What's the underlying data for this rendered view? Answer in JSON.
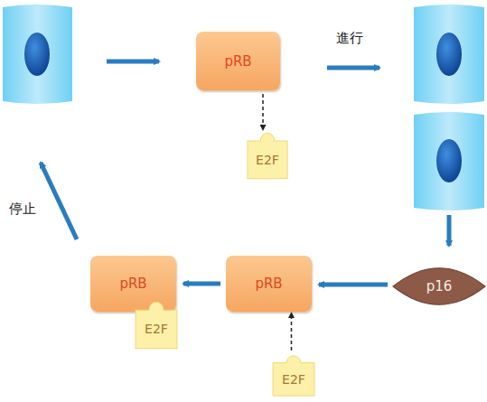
{
  "diagram": {
    "nodes": [
      {
        "text": [
          "pRB"
        ]
      },
      {
        "text": [
          "E2F"
        ]
      },
      {
        "text": [
          "p16"
        ]
      },
      {
        "text": [
          "pRB"
        ]
      },
      {
        "text": [
          "E2F"
        ]
      },
      {
        "text": [
          "pRB"
        ]
      },
      {
        "text": [
          "E2F"
        ]
      }
    ],
    "edges": [
      {
        "from": 0,
        "to": 1,
        "arrow": "to"
      },
      {
        "from": 2,
        "to": 3,
        "arrow": "to"
      },
      {
        "from": 4,
        "to": 3,
        "arrow": "to"
      },
      {
        "from": 3,
        "to": 5,
        "arrow": "to"
      }
    ],
    "labels": [
      "進行",
      "停止"
    ]
  }
}
